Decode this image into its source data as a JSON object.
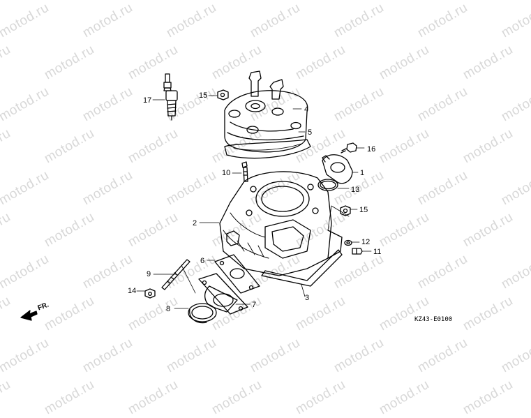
{
  "watermark": "motod.ru",
  "diagram_code": "KZ43-E0100",
  "direction_label": "FR.",
  "callouts": {
    "c1": "1",
    "c2": "2",
    "c3": "3",
    "c4": "4",
    "c5": "5",
    "c6": "6",
    "c7": "7",
    "c8": "8",
    "c9": "9",
    "c10": "10",
    "c11": "11",
    "c12": "12",
    "c13": "13",
    "c14": "14",
    "c15a": "15",
    "c15b": "15",
    "c16": "16",
    "c17": "17"
  }
}
